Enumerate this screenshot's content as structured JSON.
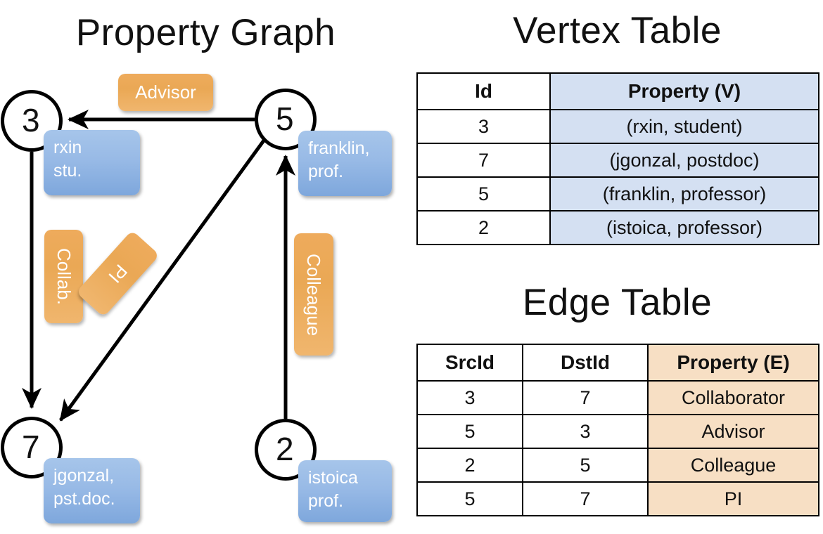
{
  "panels": {
    "graph_title": "Property Graph",
    "vertex_title": "Vertex Table",
    "edge_title": "Edge Table"
  },
  "graph": {
    "nodes": [
      {
        "id": "3",
        "property_lines": [
          "rxin",
          "stu."
        ]
      },
      {
        "id": "5",
        "property_lines": [
          "franklin,",
          "prof."
        ]
      },
      {
        "id": "7",
        "property_lines": [
          "jgonzal,",
          "pst.doc."
        ]
      },
      {
        "id": "2",
        "property_lines": [
          "istoica",
          "prof."
        ]
      }
    ],
    "edge_labels": [
      {
        "name": "advisor",
        "text": "Advisor"
      },
      {
        "name": "collab",
        "text": "Collab."
      },
      {
        "name": "pi",
        "text": "PI"
      },
      {
        "name": "colleague",
        "text": "Colleague"
      }
    ]
  },
  "vertex_table": {
    "headers": [
      "Id",
      "Property (V)"
    ],
    "rows": [
      [
        "3",
        "(rxin, student)"
      ],
      [
        "7",
        "(jgonzal, postdoc)"
      ],
      [
        "5",
        "(franklin, professor)"
      ],
      [
        "2",
        "(istoica, professor)"
      ]
    ]
  },
  "edge_table": {
    "headers": [
      "SrcId",
      "DstId",
      "Property (E)"
    ],
    "rows": [
      [
        "3",
        "7",
        "Collaborator"
      ],
      [
        "5",
        "3",
        "Advisor"
      ],
      [
        "2",
        "5",
        "Colleague"
      ],
      [
        "5",
        "7",
        "PI"
      ]
    ]
  },
  "colors": {
    "vertex_property_fill": "#d4e0f2",
    "edge_property_fill": "#f7dfc4",
    "node_box_blue": "#8fb3e2",
    "relation_box_orange": "#eaa855",
    "stroke": "#000000",
    "background": "#ffffff"
  },
  "chart_data": {
    "type": "diagram",
    "title": "Property Graph",
    "nodes": [
      {
        "id": "3",
        "label": "rxin, student"
      },
      {
        "id": "7",
        "label": "jgonzal, postdoc"
      },
      {
        "id": "5",
        "label": "franklin, professor"
      },
      {
        "id": "2",
        "label": "istoica, professor"
      }
    ],
    "edges": [
      {
        "src": "3",
        "dst": "7",
        "label": "Collab."
      },
      {
        "src": "5",
        "dst": "3",
        "label": "Advisor"
      },
      {
        "src": "2",
        "dst": "5",
        "label": "Colleague"
      },
      {
        "src": "5",
        "dst": "7",
        "label": "PI"
      }
    ]
  }
}
